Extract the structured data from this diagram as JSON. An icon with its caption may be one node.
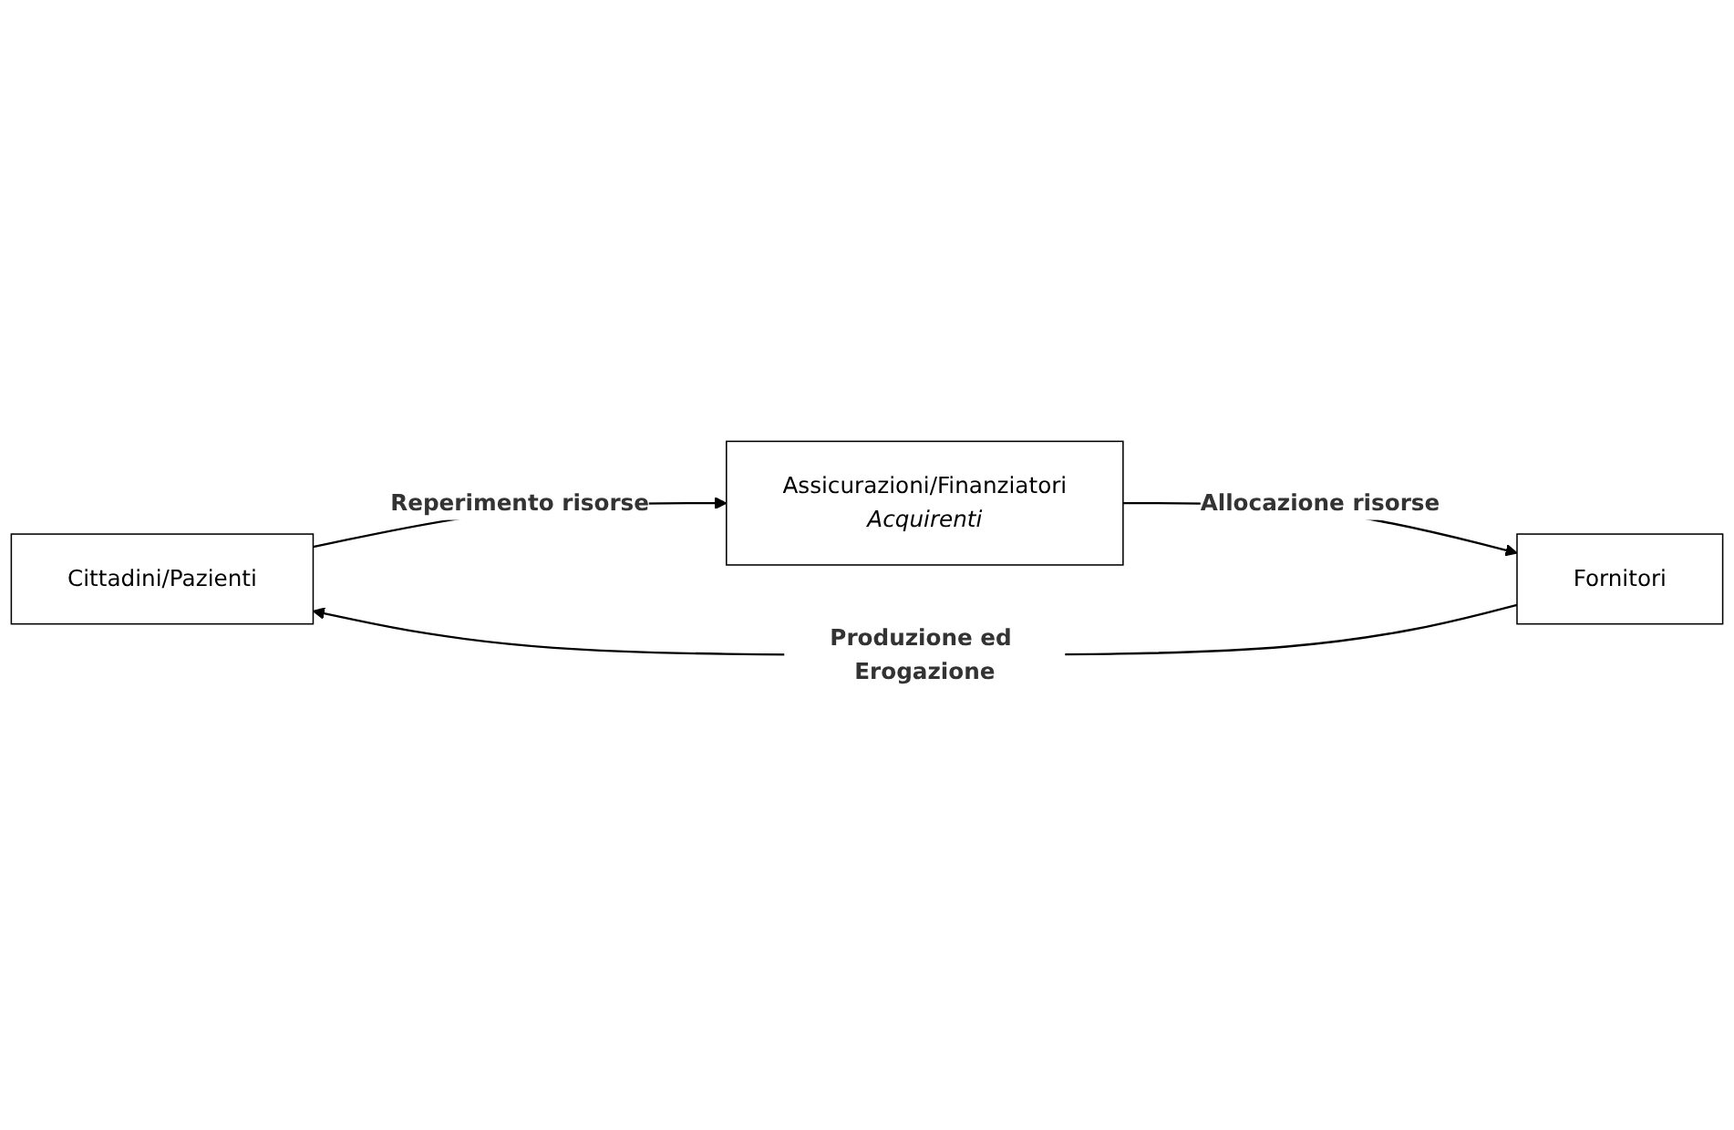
{
  "diagram": {
    "nodes": [
      {
        "text": [
          "Cittadini/Pazienti"
        ]
      },
      {
        "text": [
          "Fornitori"
        ]
      },
      {
        "text": [
          "Assicurazioni/Finanziatori",
          "Acquirenti"
        ]
      }
    ],
    "edges": [
      {
        "from": 1,
        "to": 0,
        "arrow": "to",
        "label": "Produzione ed Erogazione"
      },
      {
        "from": 0,
        "to": 2,
        "arrow": "to",
        "label": "Reperimento risorse"
      },
      {
        "from": 2,
        "to": 1,
        "arrow": "to",
        "label": "Allocazione risorse"
      }
    ]
  }
}
